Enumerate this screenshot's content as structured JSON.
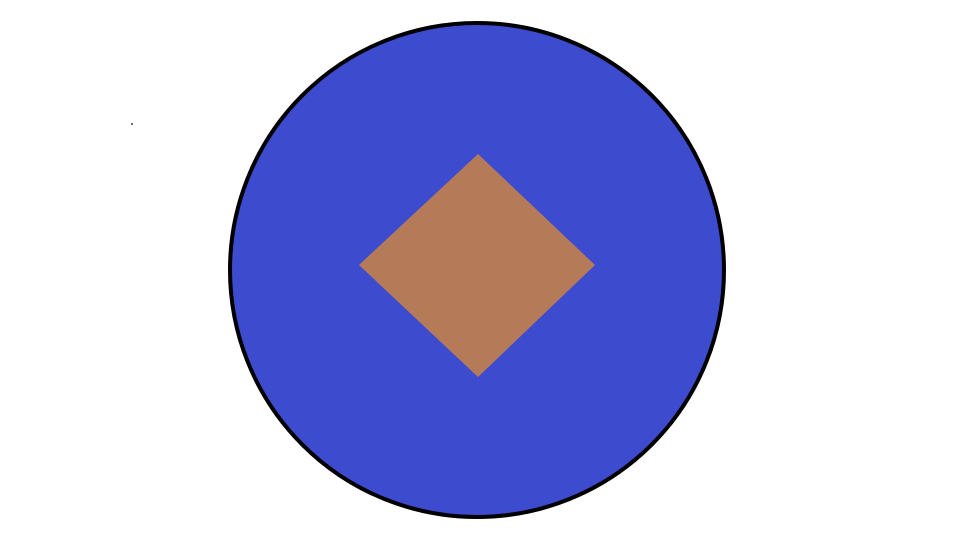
{
  "colors": {
    "background": "#ffffff",
    "circle_fill": "#3d4bce",
    "circle_stroke": "#000000",
    "diamond_fill": "#b57b59",
    "dot": "#000000"
  },
  "shapes": {
    "circle": {
      "name": "circle"
    },
    "diamond": {
      "name": "diamond"
    },
    "dot": {
      "name": "dot"
    }
  }
}
